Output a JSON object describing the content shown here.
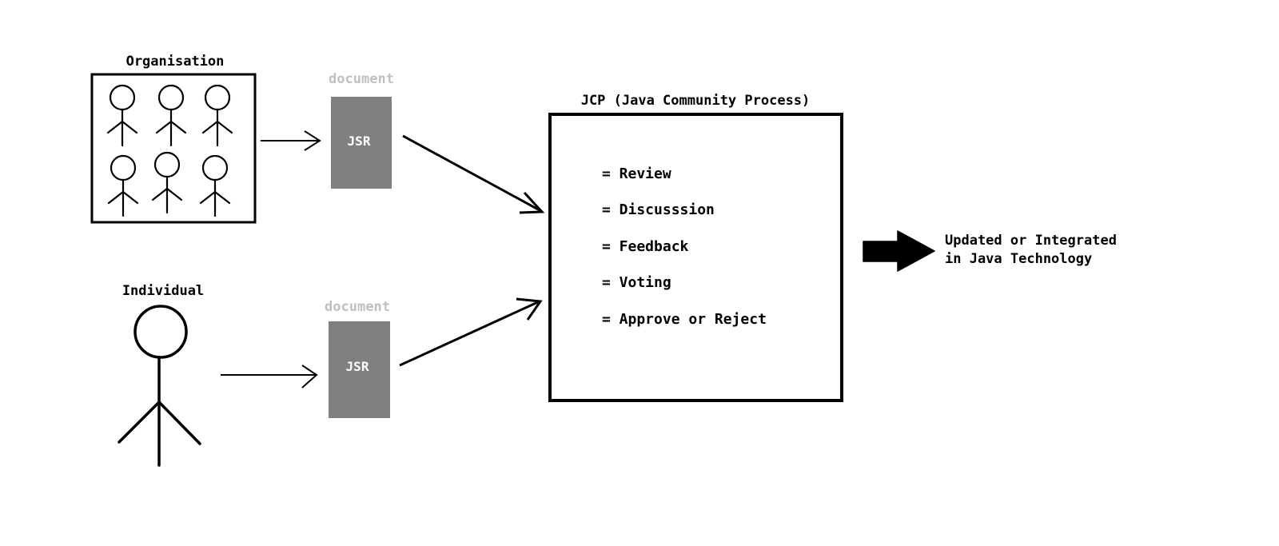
{
  "organisation": {
    "label": "Organisation"
  },
  "individual": {
    "label": "Individual"
  },
  "documents": [
    {
      "caption": "document",
      "name": "JSR"
    },
    {
      "caption": "document",
      "name": "JSR"
    }
  ],
  "jcp": {
    "title": "JCP (Java Community Process)",
    "steps": [
      "= Review",
      "= Discusssion",
      "= Feedback",
      "= Voting",
      "= Approve or Reject"
    ]
  },
  "outcome": {
    "line1": "Updated or Integrated",
    "line2": "in Java Technology"
  },
  "colors": {
    "document_fill": "#808080",
    "document_caption": "#c0c0c0",
    "document_text": "#ffffff",
    "stroke": "#000000"
  }
}
